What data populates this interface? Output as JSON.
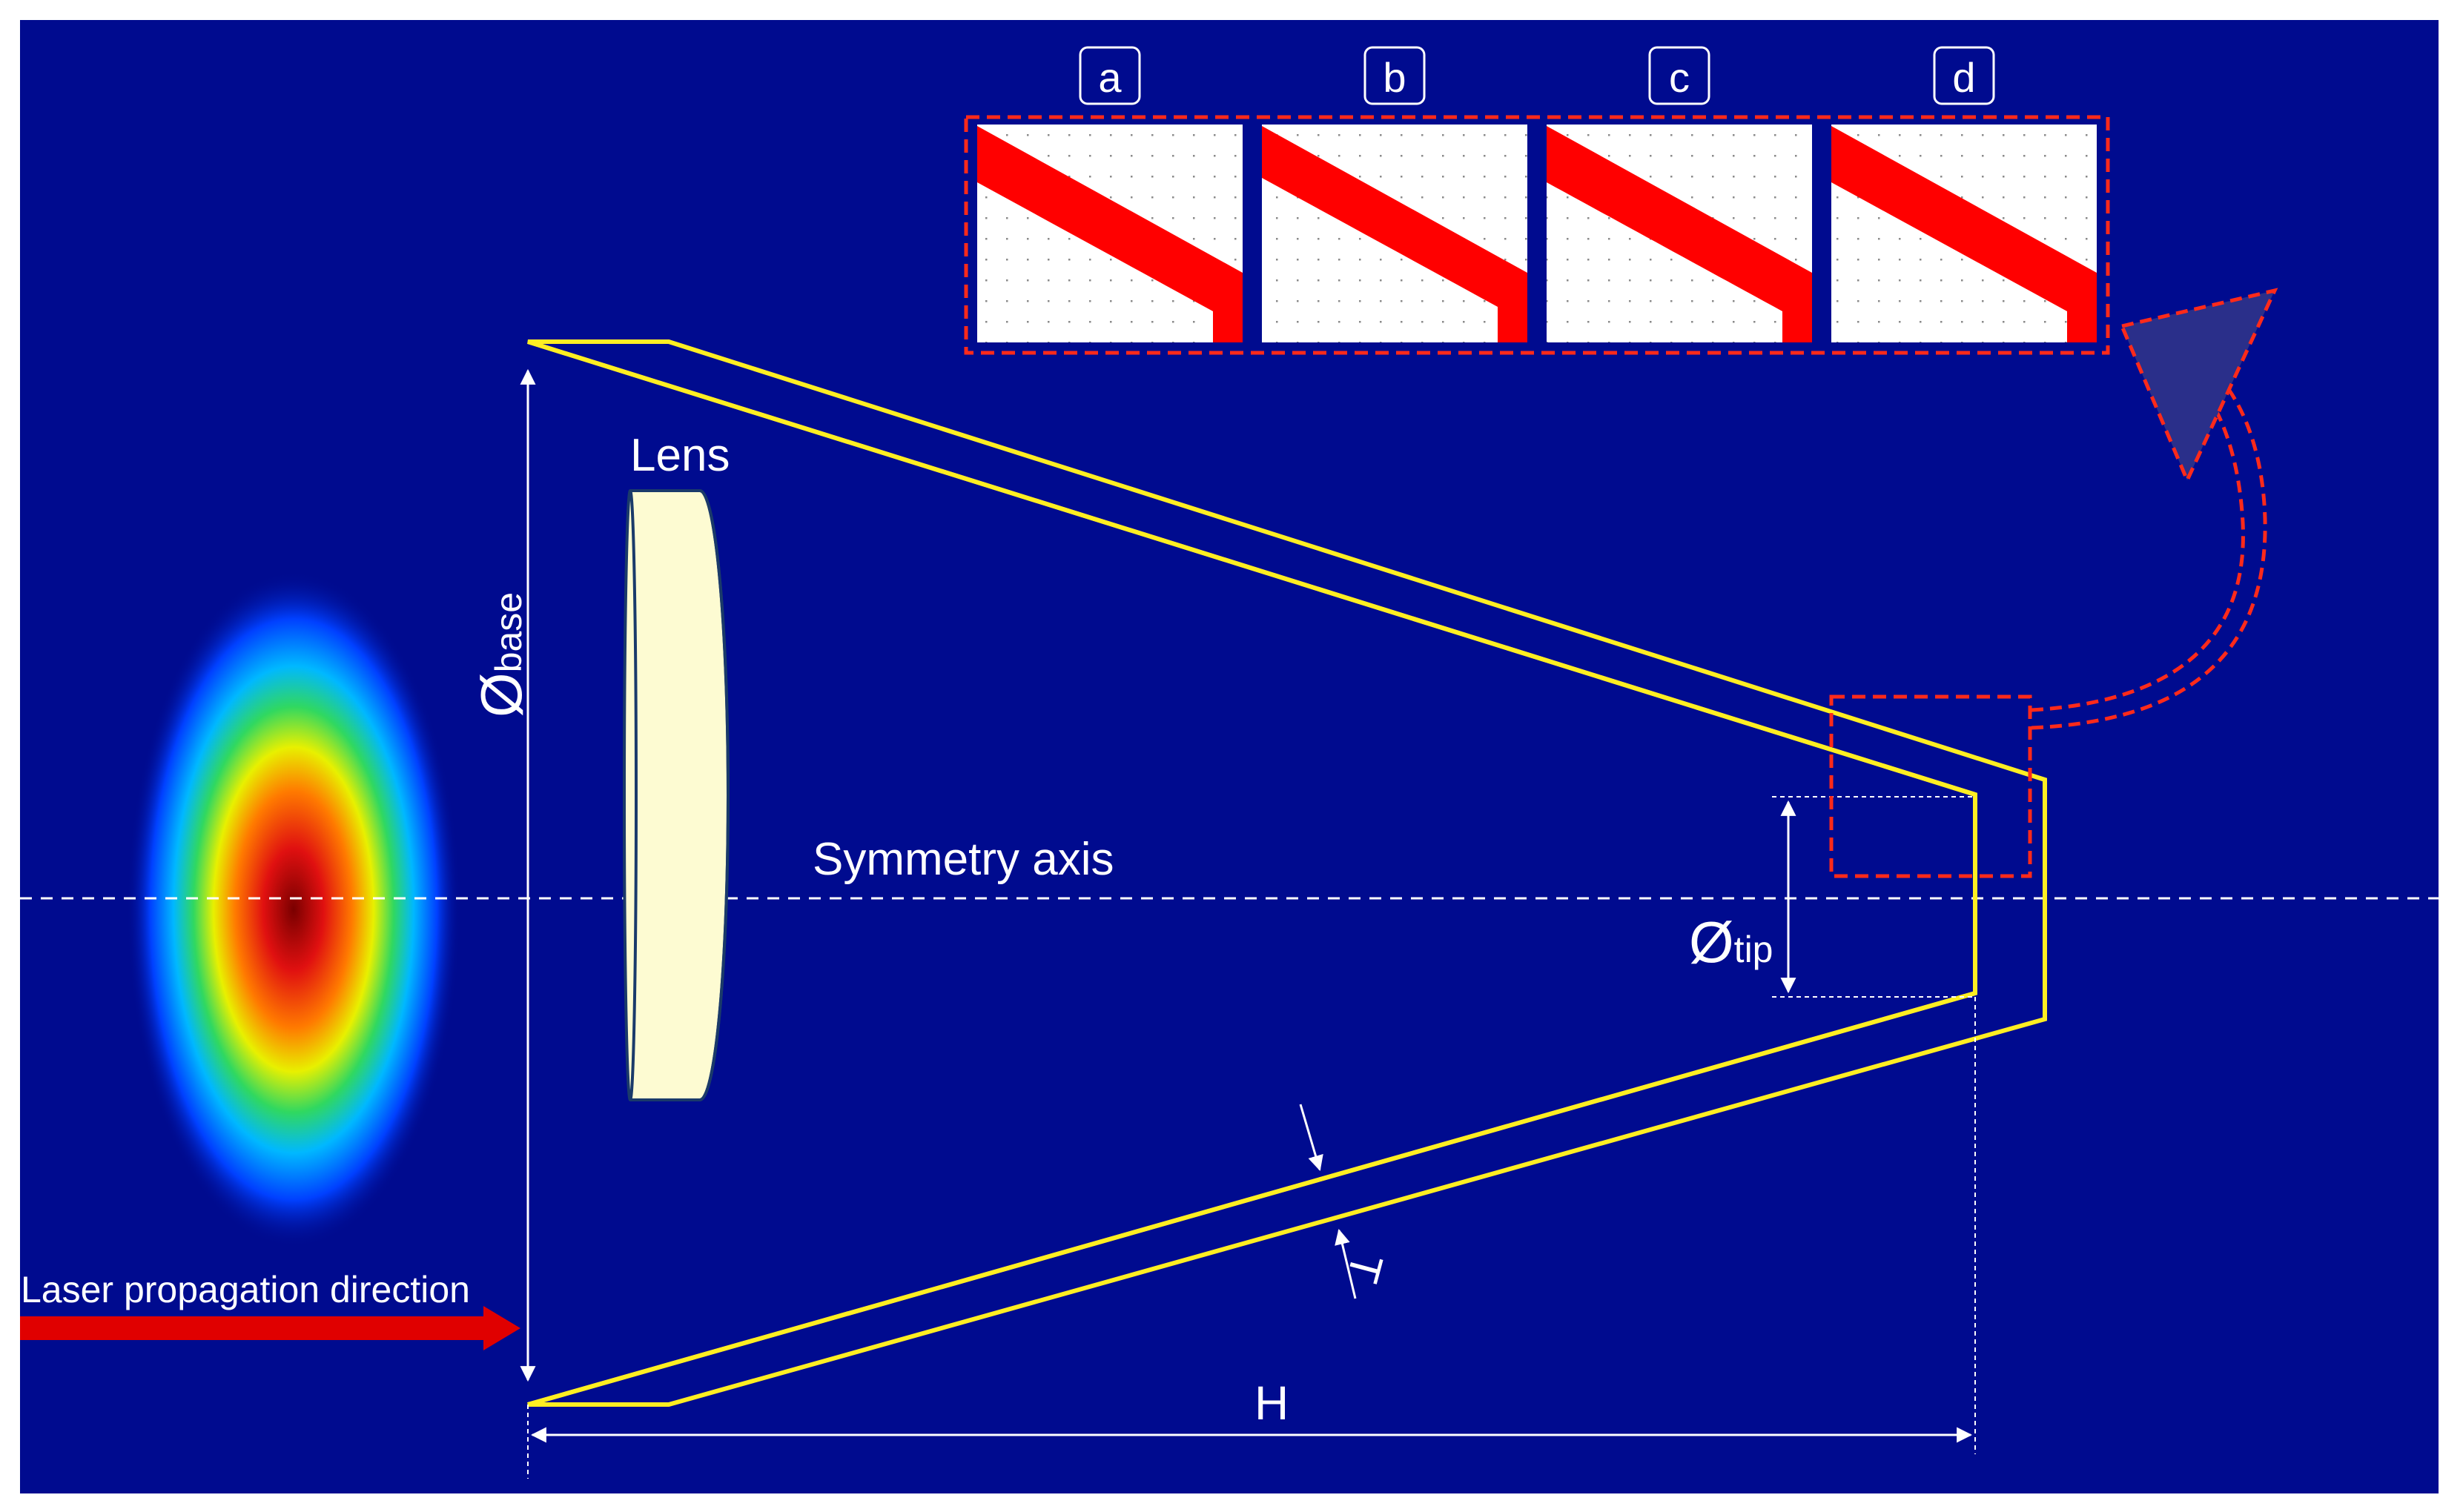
{
  "labels": {
    "lens": "Lens",
    "symmetry_axis": "Symmetry axis",
    "laser_direction": "Laser propagation direction",
    "phi_symbol": "Ø",
    "base_sub": "base",
    "tip_sub": "tip",
    "height": "H",
    "thickness": "T"
  },
  "panels": [
    {
      "label": "a"
    },
    {
      "label": "b"
    },
    {
      "label": "c"
    },
    {
      "label": "d"
    }
  ],
  "colors": {
    "background": "#000b8f",
    "outline": "#ffee22",
    "lens_fill": "#fdfbd2",
    "inset_border": "#ff2a1a",
    "profile_fill": "#ff0000",
    "laser_arrow": "#e00000",
    "arrow_triangle": "#2a2f8a"
  }
}
